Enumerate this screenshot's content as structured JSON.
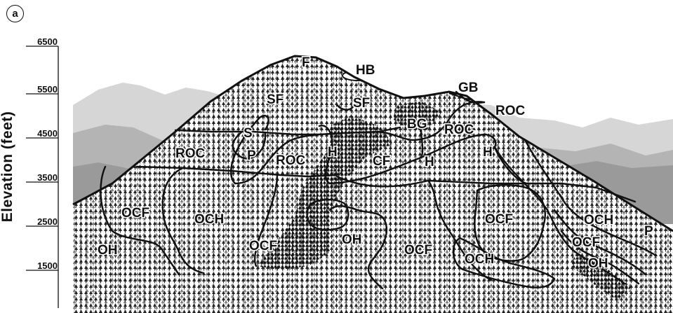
{
  "panel_label": "a",
  "y_axis": {
    "label": "Elevation (feet)",
    "ticks": [
      "6500",
      "5500",
      "4500",
      "3500",
      "2500",
      "1500"
    ]
  },
  "zones": [
    {
      "id": "F",
      "text": "F"
    },
    {
      "id": "HB",
      "text": "HB"
    },
    {
      "id": "GB",
      "text": "GB"
    },
    {
      "id": "SF1",
      "text": "SF"
    },
    {
      "id": "SF2",
      "text": "SF"
    },
    {
      "id": "ROC1",
      "text": "ROC"
    },
    {
      "id": "BG",
      "text": "BG"
    },
    {
      "id": "ROC2",
      "text": "ROC"
    },
    {
      "id": "S",
      "text": "S"
    },
    {
      "id": "ROC3",
      "text": "ROC"
    },
    {
      "id": "P1",
      "text": "P"
    },
    {
      "id": "ROC4",
      "text": "ROC"
    },
    {
      "id": "H1",
      "text": "H"
    },
    {
      "id": "CF",
      "text": "CF"
    },
    {
      "id": "H2",
      "text": "H"
    },
    {
      "id": "H3",
      "text": "H"
    },
    {
      "id": "OCF1",
      "text": "OCF"
    },
    {
      "id": "OCH1",
      "text": "OCH"
    },
    {
      "id": "OH1",
      "text": "OH"
    },
    {
      "id": "OCF2",
      "text": "OCF"
    },
    {
      "id": "OH2",
      "text": "OH"
    },
    {
      "id": "OCF3",
      "text": "OCF"
    },
    {
      "id": "OCF4",
      "text": "OCF"
    },
    {
      "id": "OCH2",
      "text": "OCH"
    },
    {
      "id": "OCH3",
      "text": "OCH"
    },
    {
      "id": "P2",
      "text": "P"
    },
    {
      "id": "OCF5",
      "text": "OCF"
    },
    {
      "id": "OH3",
      "text": "OH"
    }
  ],
  "colors": {
    "far_mountains": "#d6d6d6",
    "mid_mountains": "#b4b4b4",
    "near_mountains": "#9a9a9a",
    "forest_fill": "#ffffff",
    "tree_ink": "#1a1a1a",
    "outline": "#111111"
  }
}
